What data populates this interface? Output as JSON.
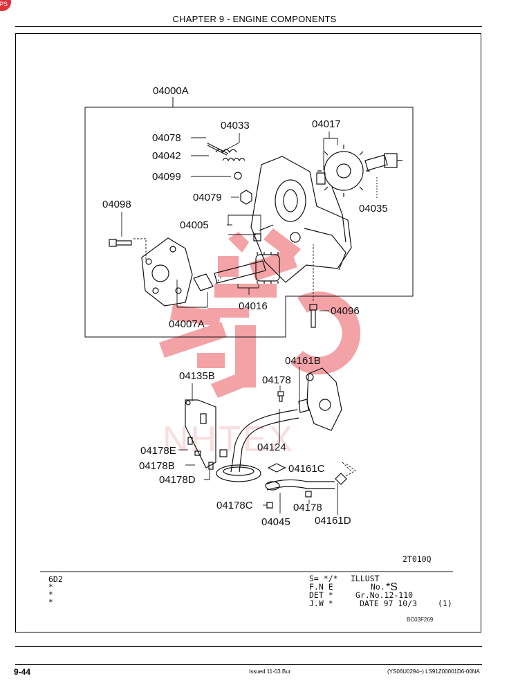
{
  "header": {
    "badge": "PS",
    "chapter_title": "CHAPTER 9 - ENGINE COMPONENTS"
  },
  "parts": {
    "p04000A": "04000A",
    "p04033": "04033",
    "p04017": "04017",
    "p04078": "04078",
    "p04042": "04042",
    "p04099": "04099",
    "p04098": "04098",
    "p04079": "04079",
    "p04035": "04035",
    "p04005": "04005",
    "p04016": "04016",
    "p04007A": "04007A",
    "p04096": "04096",
    "p04161B": "04161B",
    "p04135B": "04135B",
    "p04178_top": "04178",
    "p04124": "04124",
    "p04178E": "04178E",
    "p04178B": "04178B",
    "p04178D": "04178D",
    "p04161C": "04161C",
    "p04178C": "04178C",
    "p04178_bottom": "04178",
    "p04045": "04045",
    "p04161D": "04161D"
  },
  "watermark_text": "NHTEX",
  "illustration_code": "2T010Q",
  "info_block": {
    "left_lines": [
      "6D2",
      "*",
      "*",
      "*"
    ],
    "s_line": "S= */*",
    "illust_label": "ILLUST",
    "no_label": "No.",
    "illust_no": "*S",
    "fne_line": "F.N E",
    "det_line": "DET *",
    "gr_no": "Gr.No.12-110",
    "jw_line": "J.W *",
    "date_line": "DATE 97 10/3",
    "revision": "(1)",
    "doc_code": "BC03F269"
  },
  "footer": {
    "page_number": "9-44",
    "issued": "Issued 11-03   Bur",
    "code": "(YS06U0294–)   LS91Z00001D6-00NA"
  },
  "colors": {
    "watermark": "#e8474f",
    "ink": "#111111",
    "badge": "#e0303a"
  }
}
